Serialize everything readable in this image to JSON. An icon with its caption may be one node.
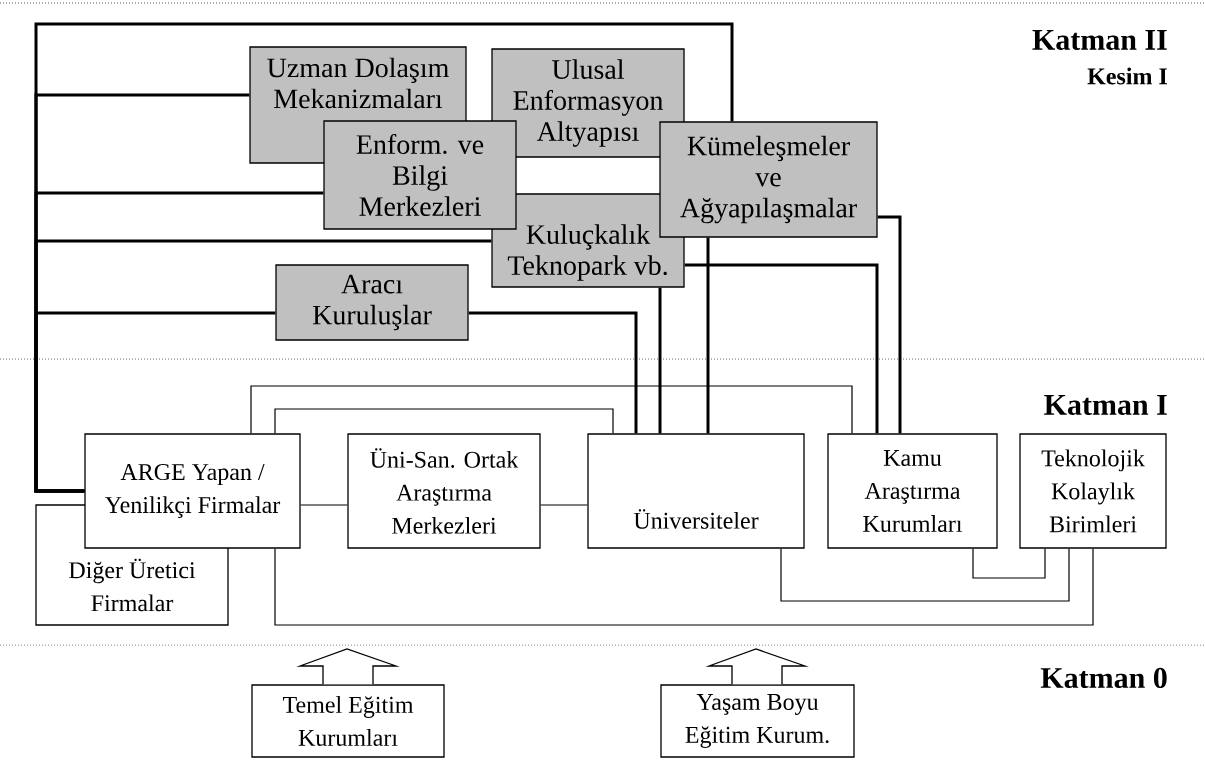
{
  "diagram": {
    "nodes": [
      {
        "text": [
          "Uzman Dolaşım Mekanizmaları"
        ]
      },
      {
        "text": [
          "Ulusal Enformasyon Altyapısı"
        ]
      },
      {
        "text": [
          "Enform. ve Bilgi Merkezleri"
        ]
      },
      {
        "text": [
          "Kuluçkalık Teknopark vb."
        ]
      },
      {
        "text": [
          "Kümeleşmeler ve Ağyapılaşmalar"
        ]
      },
      {
        "text": [
          "Aracı Kuruluşlar"
        ]
      },
      {
        "text": [
          "ARGE Yapan / Yenilikçi Firmalar"
        ]
      },
      {
        "text": [
          "Diğer Üretici Firmalar"
        ]
      },
      {
        "text": [
          "Üni-San. Ortak Araştırma Merkezleri"
        ]
      },
      {
        "text": [
          "Üniversiteler"
        ]
      },
      {
        "text": [
          "Kamu Araştırma Kurumları"
        ]
      },
      {
        "text": [
          "Teknolojik Kolaylık Birimleri"
        ]
      },
      {
        "text": [
          "Temel Eğitim Kurumları"
        ]
      },
      {
        "text": [
          "Yaşam Boyu Eğitim Kurum."
        ]
      }
    ],
    "edges": [
      {
        "from": 4,
        "to": 6,
        "arrow": "none"
      },
      {
        "from": 0,
        "to": 6,
        "arrow": "none"
      },
      {
        "from": 2,
        "to": 6,
        "arrow": "none"
      },
      {
        "from": 3,
        "to": 6,
        "arrow": "none"
      },
      {
        "from": 5,
        "to": 6,
        "arrow": "none"
      },
      {
        "from": 5,
        "to": 9,
        "arrow": "none"
      },
      {
        "from": 3,
        "to": 9,
        "arrow": "none"
      },
      {
        "from": 4,
        "to": 9,
        "arrow": "none"
      },
      {
        "from": 3,
        "to": 10,
        "arrow": "none"
      },
      {
        "from": 4,
        "to": 10,
        "arrow": "none"
      },
      {
        "from": 6,
        "to": 10,
        "arrow": "none"
      },
      {
        "from": 6,
        "to": 9,
        "arrow": "none"
      },
      {
        "from": 6,
        "to": 8,
        "arrow": "none"
      },
      {
        "from": 8,
        "to": 9,
        "arrow": "none"
      },
      {
        "from": 6,
        "to": 11,
        "arrow": "none"
      },
      {
        "from": 9,
        "to": 11,
        "arrow": "none"
      },
      {
        "from": 10,
        "to": 11,
        "arrow": "none"
      },
      {
        "from": 12,
        "to": null,
        "arrow": "to"
      },
      {
        "from": 13,
        "to": null,
        "arrow": "to"
      }
    ],
    "labels": [
      "Katman II",
      "Kesim I",
      "Katman I",
      "Katman 0"
    ]
  }
}
